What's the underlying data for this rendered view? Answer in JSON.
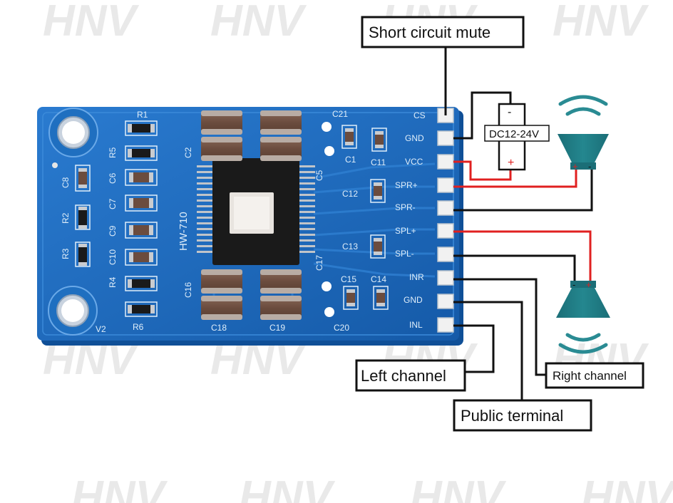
{
  "watermark": "HNV",
  "board": {
    "model": "HW-710",
    "designators": {
      "R1": "R1",
      "R2": "R2",
      "R3": "R3",
      "R4": "R4",
      "R5": "R5",
      "R6": "R6",
      "C1": "C1",
      "C2": "C2",
      "C5": "C5",
      "C6": "C6",
      "C7": "C7",
      "C8": "C8",
      "C9": "C9",
      "C10": "C10",
      "C11": "C11",
      "C12": "C12",
      "C13": "C13",
      "C14": "C14",
      "C15": "C15",
      "C16": "C16",
      "C17": "C17",
      "C18": "C18",
      "C19": "C19",
      "C20": "C20",
      "C21": "C21",
      "V2": "V2"
    },
    "pins": [
      "CS",
      "GND",
      "VCC",
      "SPR+",
      "SPR-",
      "SPL+",
      "SPL-",
      "INR",
      "GND",
      "INL"
    ]
  },
  "callouts": {
    "short_circuit_mute": "Short circuit mute",
    "left_channel": "Left channel",
    "public_terminal": "Public terminal",
    "right_channel": "Right channel"
  },
  "power": {
    "label": "DC12-24V",
    "minus": "-",
    "plus": "+"
  },
  "speakers": {
    "top": {
      "plus": "+",
      "minus": "-"
    },
    "bottom": {
      "plus": "+",
      "minus": "-"
    }
  },
  "colors": {
    "pcb": "#1c66b8",
    "chip": "#1a1a1a",
    "speaker": "#1f7a82",
    "wire_red": "#e02020",
    "wire_black": "#111111"
  }
}
